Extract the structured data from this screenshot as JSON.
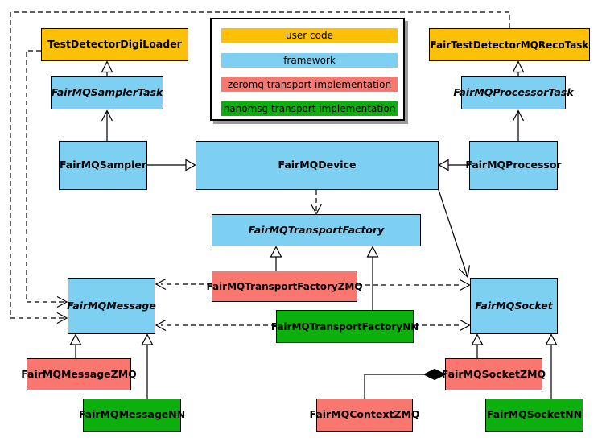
{
  "colors": {
    "user_code": "#fcc006",
    "framework": "#7dd0f2",
    "zeromq": "#f9776f",
    "nanomsg": "#0cb00c"
  },
  "legend": {
    "items": [
      {
        "label": "user code"
      },
      {
        "label": "framework"
      },
      {
        "label": "zeromq transport implementation"
      },
      {
        "label": "nanomsg transport implementation"
      }
    ]
  },
  "nodes": {
    "digi_loader": {
      "label": "TestDetectorDigiLoader",
      "category": "user_code"
    },
    "sampler_task": {
      "label": "FairMQSamplerTask",
      "category": "framework",
      "abstract": "true"
    },
    "sampler": {
      "label": "FairMQSampler",
      "category": "framework"
    },
    "reco_task": {
      "label": "FairTestDetectorMQRecoTask",
      "category": "user_code"
    },
    "processor_task": {
      "label": "FairMQProcessorTask",
      "category": "framework",
      "abstract": "true"
    },
    "processor": {
      "label": "FairMQProcessor",
      "category": "framework"
    },
    "device": {
      "label": "FairMQDevice",
      "category": "framework"
    },
    "transport_factory": {
      "label": "FairMQTransportFactory",
      "category": "framework",
      "abstract": "true"
    },
    "transport_factory_zmq": {
      "label": "FairMQTransportFactoryZMQ",
      "category": "zeromq"
    },
    "transport_factory_nn": {
      "label": "FairMQTransportFactoryNN",
      "category": "nanomsg"
    },
    "message": {
      "label": "FairMQMessage",
      "category": "framework",
      "abstract": "true"
    },
    "message_zmq": {
      "label": "FairMQMessageZMQ",
      "category": "zeromq"
    },
    "message_nn": {
      "label": "FairMQMessageNN",
      "category": "nanomsg"
    },
    "socket": {
      "label": "FairMQSocket",
      "category": "framework",
      "abstract": "true"
    },
    "socket_zmq": {
      "label": "FairMQSocketZMQ",
      "category": "zeromq"
    },
    "socket_nn": {
      "label": "FairMQSocketNN",
      "category": "nanomsg"
    },
    "context_zmq": {
      "label": "FairMQContextZMQ",
      "category": "zeromq"
    }
  },
  "edges": [
    {
      "from": "FairMQSamplerTask",
      "to": "TestDetectorDigiLoader",
      "kind": "inheritance"
    },
    {
      "from": "FairMQSampler",
      "to": "FairMQSamplerTask",
      "kind": "association"
    },
    {
      "from": "FairMQSampler",
      "to": "FairMQDevice",
      "kind": "inheritance"
    },
    {
      "from": "FairMQProcessorTask",
      "to": "FairTestDetectorMQRecoTask",
      "kind": "inheritance"
    },
    {
      "from": "FairMQProcessor",
      "to": "FairMQProcessorTask",
      "kind": "association"
    },
    {
      "from": "FairMQProcessor",
      "to": "FairMQDevice",
      "kind": "inheritance"
    },
    {
      "from": "FairMQDevice",
      "to": "FairMQTransportFactory",
      "kind": "dependency"
    },
    {
      "from": "FairMQDevice",
      "to": "FairMQSocket",
      "kind": "association"
    },
    {
      "from": "FairMQTransportFactoryZMQ",
      "to": "FairMQTransportFactory",
      "kind": "inheritance"
    },
    {
      "from": "FairMQTransportFactoryNN",
      "to": "FairMQTransportFactory",
      "kind": "inheritance"
    },
    {
      "from": "TestDetectorDigiLoader",
      "to": "FairMQMessage",
      "kind": "dependency"
    },
    {
      "from": "FairTestDetectorMQRecoTask",
      "to": "FairMQMessage",
      "kind": "dependency"
    },
    {
      "from": "FairMQTransportFactoryZMQ",
      "to": "FairMQMessage",
      "kind": "dependency"
    },
    {
      "from": "FairMQTransportFactoryNN",
      "to": "FairMQMessage",
      "kind": "dependency"
    },
    {
      "from": "FairMQTransportFactoryZMQ",
      "to": "FairMQSocket",
      "kind": "dependency"
    },
    {
      "from": "FairMQTransportFactoryNN",
      "to": "FairMQSocket",
      "kind": "dependency"
    },
    {
      "from": "FairMQMessageZMQ",
      "to": "FairMQMessage",
      "kind": "inheritance"
    },
    {
      "from": "FairMQMessageNN",
      "to": "FairMQMessage",
      "kind": "inheritance"
    },
    {
      "from": "FairMQSocketZMQ",
      "to": "FairMQSocket",
      "kind": "inheritance"
    },
    {
      "from": "FairMQSocketNN",
      "to": "FairMQSocket",
      "kind": "inheritance"
    },
    {
      "from": "FairMQContextZMQ",
      "to": "FairMQSocketZMQ",
      "kind": "composition"
    }
  ]
}
